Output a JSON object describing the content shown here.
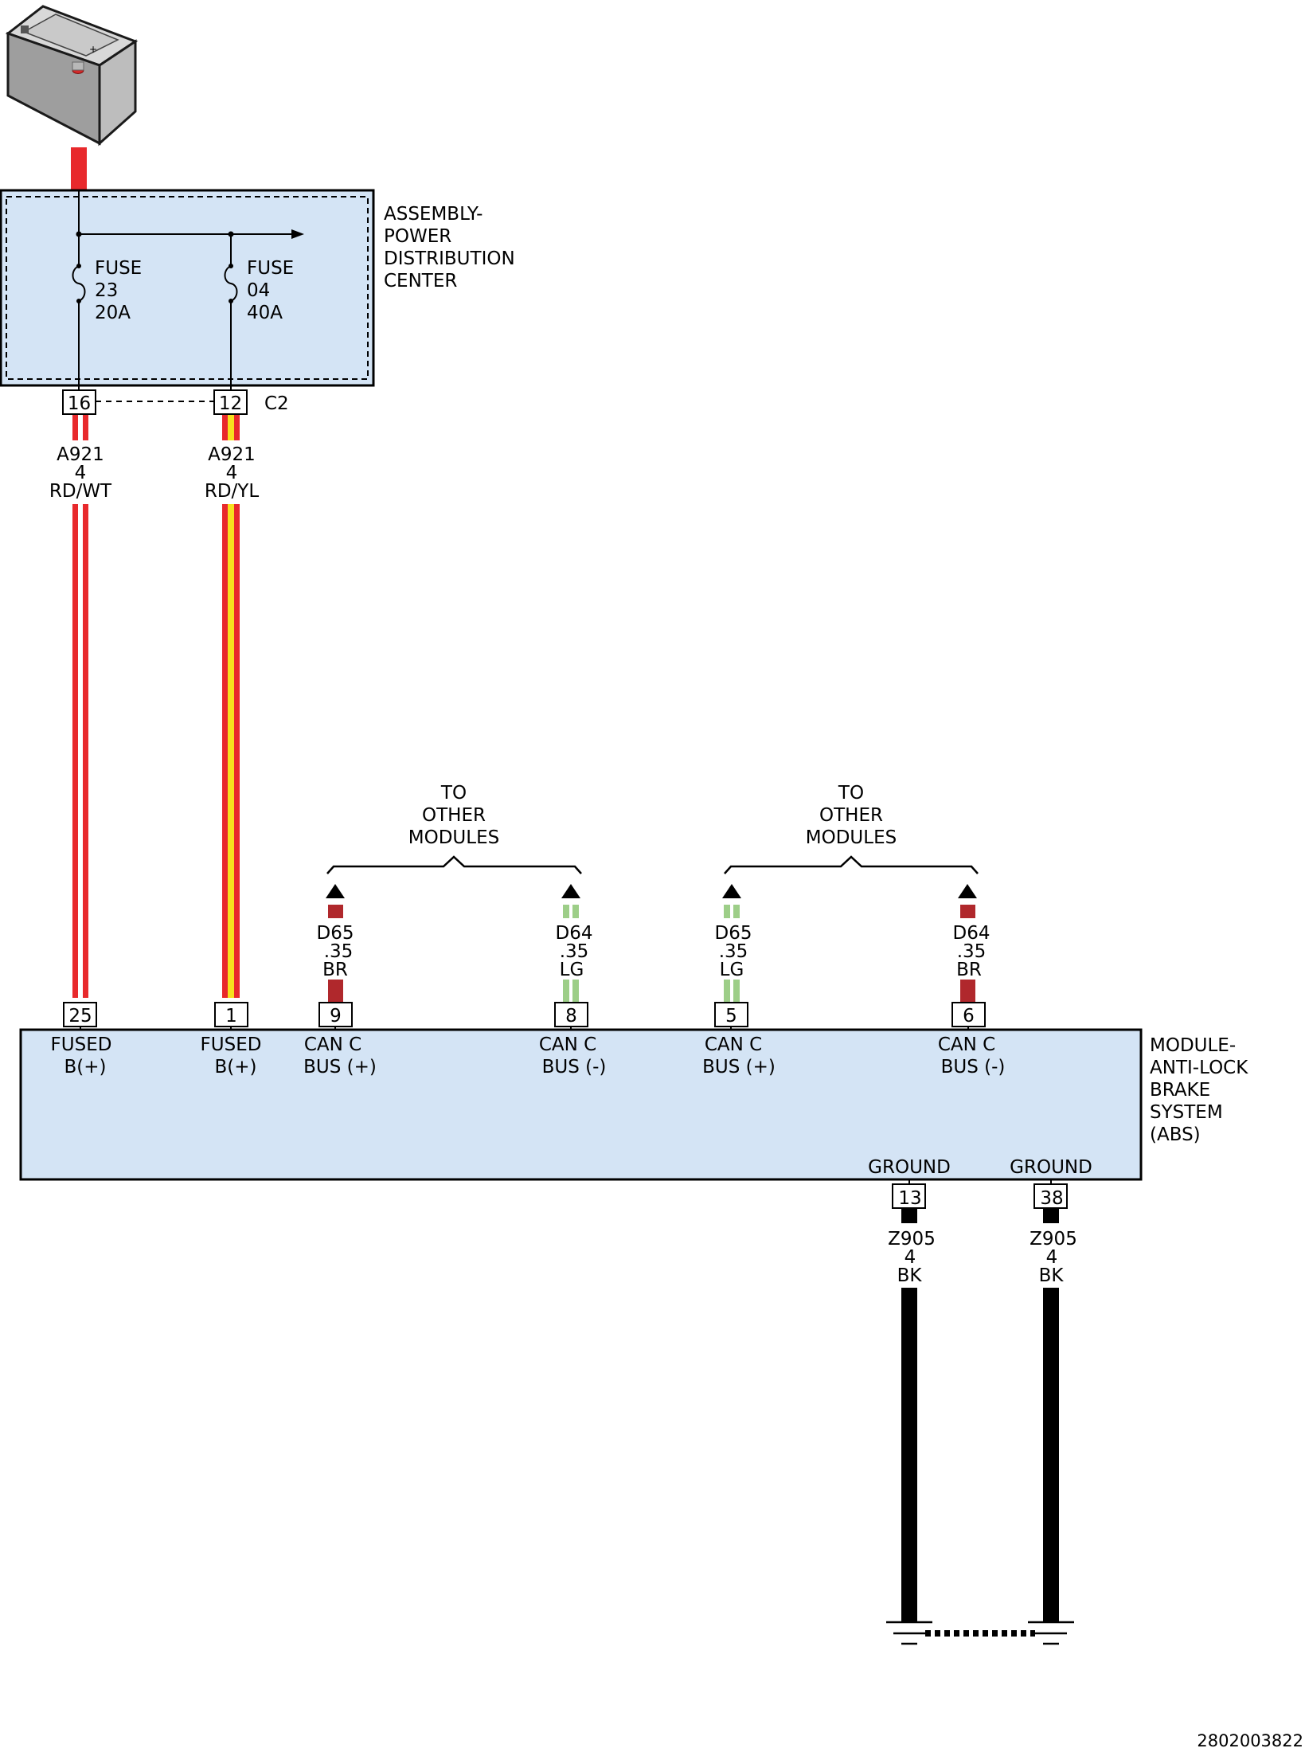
{
  "colors": {
    "box_fill": "#d4e4f5",
    "red": "#e8292c",
    "yellow": "#f7e11e",
    "brown": "#b0282c",
    "light_green": "#9dce88",
    "black": "#000000"
  },
  "battery": {
    "icon": "battery-icon"
  },
  "pdc": {
    "label_lines": [
      "ASSEMBLY-",
      "POWER",
      "DISTRIBUTION",
      "CENTER"
    ],
    "fuses": [
      {
        "lines": [
          "FUSE",
          "23",
          "20A"
        ]
      },
      {
        "lines": [
          "FUSE",
          "04",
          "40A"
        ]
      }
    ],
    "connector": "C2",
    "pins": [
      "16",
      "12"
    ]
  },
  "power_wires": [
    {
      "circuit": "A921",
      "gauge": "4",
      "color": "RD/WT"
    },
    {
      "circuit": "A921",
      "gauge": "4",
      "color": "RD/YL"
    }
  ],
  "to_other_modules": [
    {
      "lines": [
        "TO",
        "OTHER",
        "MODULES"
      ]
    },
    {
      "lines": [
        "TO",
        "OTHER",
        "MODULES"
      ]
    }
  ],
  "can_wires": [
    {
      "circuit": "D65",
      "gauge": ".35",
      "color": "BR"
    },
    {
      "circuit": "D64",
      "gauge": ".35",
      "color": "LG"
    },
    {
      "circuit": "D65",
      "gauge": ".35",
      "color": "LG"
    },
    {
      "circuit": "D64",
      "gauge": ".35",
      "color": "BR"
    }
  ],
  "abs": {
    "label_lines": [
      "MODULE-",
      "ANTI-LOCK",
      "BRAKE",
      "SYSTEM",
      "(ABS)"
    ],
    "pins": [
      {
        "pin": "25",
        "lines": [
          "FUSED",
          "B(+)"
        ]
      },
      {
        "pin": "1",
        "lines": [
          "FUSED",
          "B(+)"
        ]
      },
      {
        "pin": "9",
        "lines": [
          "CAN C",
          "BUS (+)"
        ]
      },
      {
        "pin": "8",
        "lines": [
          "CAN C",
          "BUS (-)"
        ]
      },
      {
        "pin": "5",
        "lines": [
          "CAN C",
          "BUS (+)"
        ]
      },
      {
        "pin": "6",
        "lines": [
          "CAN C",
          "BUS (-)"
        ]
      }
    ],
    "ground_pins": [
      {
        "pin": "13",
        "label": "GROUND"
      },
      {
        "pin": "38",
        "label": "GROUND"
      }
    ]
  },
  "ground_wires": [
    {
      "circuit": "Z905",
      "gauge": "4",
      "color": "BK"
    },
    {
      "circuit": "Z905",
      "gauge": "4",
      "color": "BK"
    }
  ],
  "document_number": "2802003822"
}
